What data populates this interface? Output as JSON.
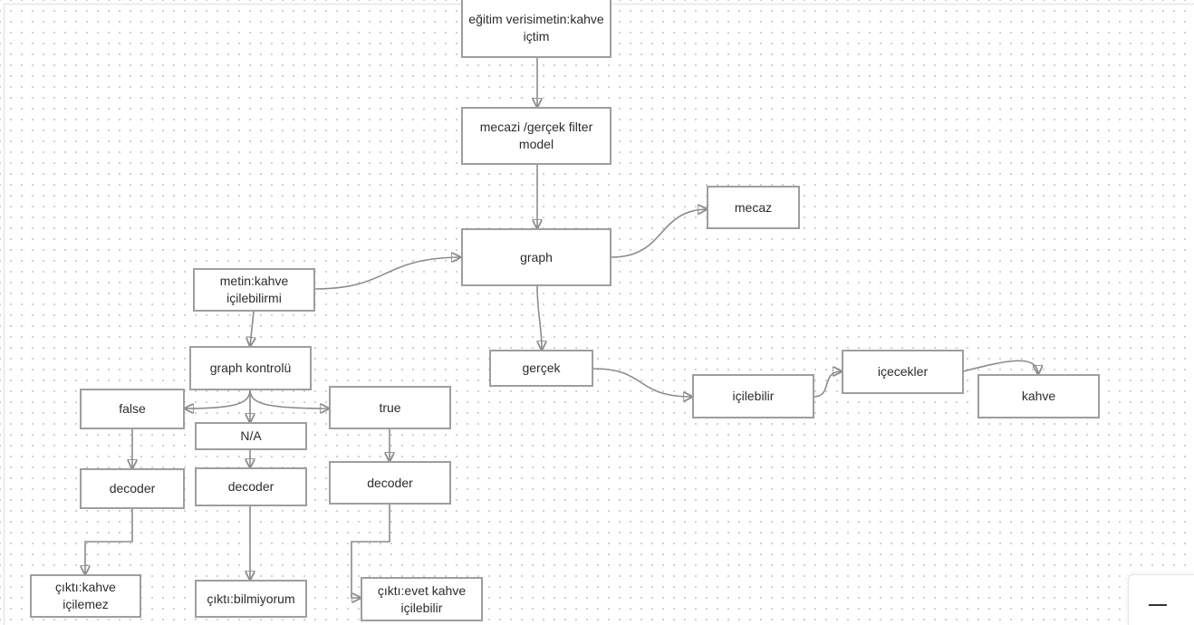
{
  "diagram": {
    "nodes": [
      {
        "id": "egitim",
        "label": "eğitim verisimetin:kahve\niçtim"
      },
      {
        "id": "filter",
        "label": "mecazi /gerçek filter\nmodel"
      },
      {
        "id": "graph",
        "label": "graph"
      },
      {
        "id": "mecaz",
        "label": "mecaz"
      },
      {
        "id": "metin",
        "label": "metin:kahve\niçilebilirmi"
      },
      {
        "id": "gercek",
        "label": "gerçek"
      },
      {
        "id": "icilebilir",
        "label": "içilebilir"
      },
      {
        "id": "icecekler",
        "label": "içecekler"
      },
      {
        "id": "kahve",
        "label": "kahve"
      },
      {
        "id": "graph_kontrolu",
        "label": "graph kontrolü"
      },
      {
        "id": "false",
        "label": "false"
      },
      {
        "id": "na",
        "label": "N/A"
      },
      {
        "id": "true",
        "label": "true"
      },
      {
        "id": "decoder_false",
        "label": "decoder"
      },
      {
        "id": "decoder_na",
        "label": "decoder"
      },
      {
        "id": "decoder_true",
        "label": "decoder"
      },
      {
        "id": "cikti_false",
        "label": "çıktı:kahve\niçilemez"
      },
      {
        "id": "cikti_na",
        "label": "çıktı:bilmiyorum"
      },
      {
        "id": "cikti_true",
        "label": "çıktı:evet kahve\niçilebilir"
      }
    ],
    "edges": [
      {
        "from": "egitim",
        "to": "filter"
      },
      {
        "from": "filter",
        "to": "graph"
      },
      {
        "from": "graph",
        "to": "mecaz"
      },
      {
        "from": "graph",
        "to": "gercek"
      },
      {
        "from": "metin",
        "to": "graph"
      },
      {
        "from": "gercek",
        "to": "icilebilir"
      },
      {
        "from": "icilebilir",
        "to": "icecekler"
      },
      {
        "from": "icecekler",
        "to": "kahve"
      },
      {
        "from": "metin",
        "to": "graph_kontrolu"
      },
      {
        "from": "graph_kontrolu",
        "to": "false"
      },
      {
        "from": "graph_kontrolu",
        "to": "na"
      },
      {
        "from": "graph_kontrolu",
        "to": "true"
      },
      {
        "from": "false",
        "to": "decoder_false"
      },
      {
        "from": "na",
        "to": "decoder_na"
      },
      {
        "from": "true",
        "to": "decoder_true"
      },
      {
        "from": "decoder_false",
        "to": "cikti_false"
      },
      {
        "from": "decoder_na",
        "to": "cikti_na"
      },
      {
        "from": "decoder_true",
        "to": "cikti_true"
      }
    ]
  },
  "controls": {
    "zoom_out_icon": "minus-icon"
  },
  "colors": {
    "node_border": "#9e9e9e",
    "edge": "#8c8c8c",
    "text": "#2c2c2c"
  }
}
